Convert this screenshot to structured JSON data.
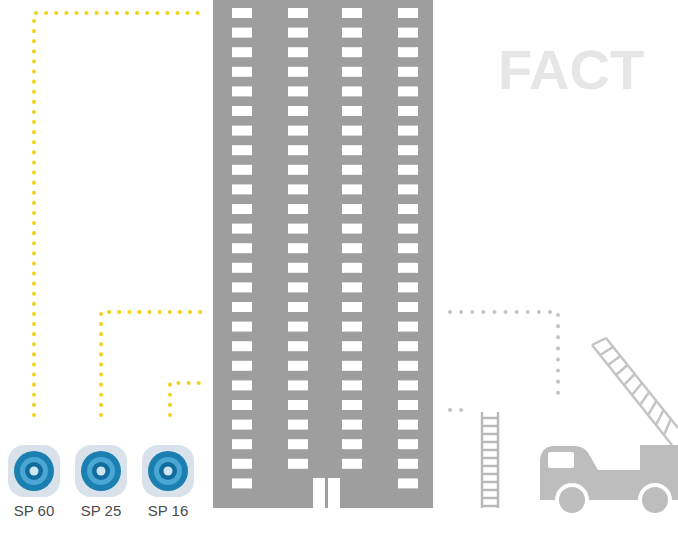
{
  "diagram": {
    "nodes": [
      {
        "text": [
          "SP 60"
        ]
      },
      {
        "text": [
          "SP 25"
        ]
      },
      {
        "text": [
          "SP 16"
        ]
      }
    ],
    "labels": [
      "FACT"
    ]
  }
}
